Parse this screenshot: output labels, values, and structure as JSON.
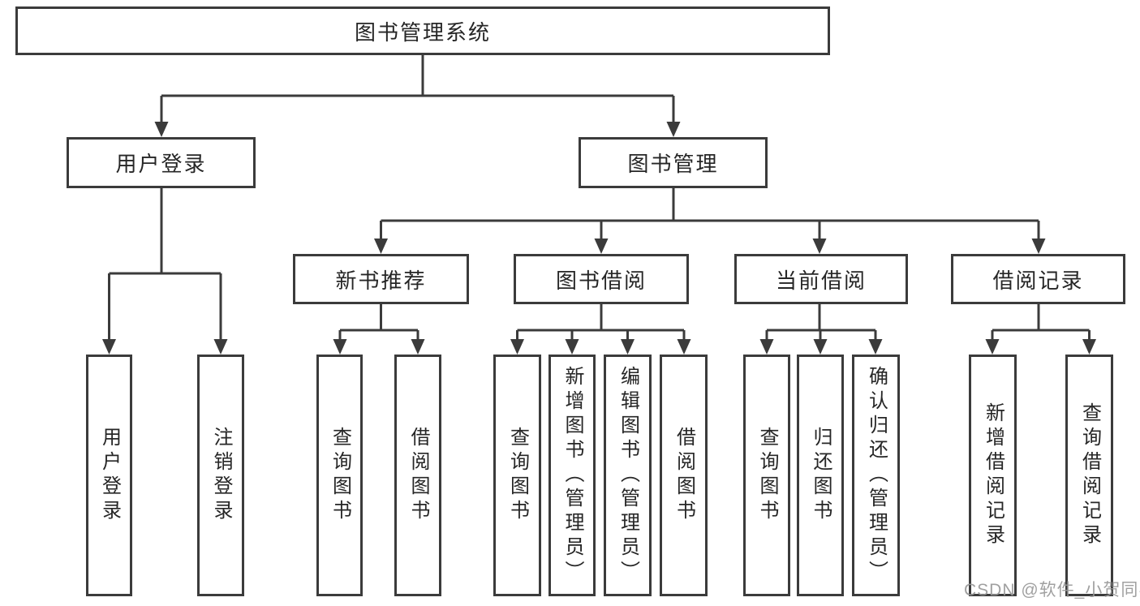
{
  "diagram": {
    "title_node": {
      "label": "图书管理系统"
    },
    "root": {
      "label": "图书管理系统"
    },
    "level2": [
      {
        "label": "用户登录",
        "parent": "图书管理系统"
      },
      {
        "label": "图书管理",
        "parent": "图书管理系统"
      }
    ],
    "level3": [
      {
        "label": "新书推荐",
        "parent": "图书管理"
      },
      {
        "label": "图书借阅",
        "parent": "图书管理"
      },
      {
        "label": "当前借阅",
        "parent": "图书管理"
      },
      {
        "label": "借阅记录",
        "parent": "图书管理"
      }
    ],
    "leaves": [
      {
        "label": "用户登录",
        "parent": "用户登录"
      },
      {
        "label": "注销登录",
        "parent": "用户登录"
      },
      {
        "label": "查询图书",
        "parent": "新书推荐"
      },
      {
        "label": "借阅图书",
        "parent": "新书推荐"
      },
      {
        "label": "查询图书",
        "parent": "图书借阅"
      },
      {
        "label": "新增图书（管理员）",
        "parent": "图书借阅"
      },
      {
        "label": "编辑图书（管理员）",
        "parent": "图书借阅"
      },
      {
        "label": "借阅图书",
        "parent": "图书借阅"
      },
      {
        "label": "查询图书",
        "parent": "当前借阅"
      },
      {
        "label": "归还图书",
        "parent": "当前借阅"
      },
      {
        "label": "确认归还（管理员）",
        "parent": "当前借阅"
      },
      {
        "label": "新增借阅记录",
        "parent": "借阅记录"
      },
      {
        "label": "查询借阅记录",
        "parent": "借阅记录"
      }
    ],
    "watermark": "CSDN @软件_小贺同学",
    "colors": {
      "line": "#3b3b3b",
      "text": "#262626",
      "box_background": "#ffffff",
      "page_background": "#ffffff",
      "watermark": "#989898"
    }
  }
}
